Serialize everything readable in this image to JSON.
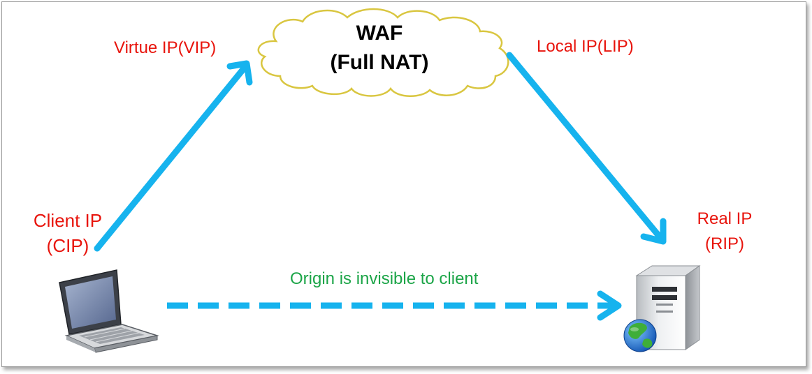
{
  "waf": {
    "title": "WAF",
    "subtitle": "(Full NAT)"
  },
  "labels": {
    "vip": "Virtue IP(VIP)",
    "lip": "Local IP(LIP)",
    "client_line1": "Client IP",
    "client_line2": "(CIP)",
    "real_line1": "Real IP",
    "real_line2": "(RIP)",
    "origin_note": "Origin is invisible to client"
  },
  "icons": {
    "cloud": "cloud-icon",
    "laptop": "laptop-icon",
    "server": "server-icon",
    "globe": "globe-icon"
  },
  "colors": {
    "arrow": "#16b3ee",
    "label_red": "#e8140c",
    "label_green": "#1ca548",
    "cloud_stroke": "#d9c640"
  }
}
